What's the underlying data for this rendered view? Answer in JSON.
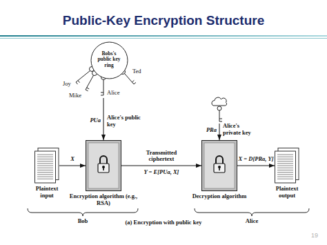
{
  "diagram": {
    "title": "Public-Key Encryption Structure",
    "nodes": [
      {
        "text": [
          "Bobs's public key ring"
        ]
      },
      {
        "text": [
          "Plaintext input"
        ]
      },
      {
        "text": [
          "Encryption algorithm (e.g., RSA)"
        ]
      },
      {
        "text": [
          "Decryption algorithm"
        ]
      },
      {
        "text": [
          "Plaintext output"
        ]
      }
    ],
    "edges": [
      {
        "from": 1,
        "to": 2,
        "label": "X",
        "arrow": "to"
      },
      {
        "from": 2,
        "to": 3,
        "label": "Transmitted ciphertext",
        "arrow": "to"
      },
      {
        "from": 3,
        "to": 4,
        "label": "X = D[PRa, Y]",
        "arrow": "to"
      }
    ],
    "labels": [
      "Joy",
      "Mike",
      "Alice",
      "Ted",
      "PUa",
      "Alice's public key",
      "Y = E[PUa, X]",
      "PRa",
      "Alice's private key",
      "Bob",
      "Alice",
      "(a) Encryption with public key",
      "19"
    ]
  }
}
